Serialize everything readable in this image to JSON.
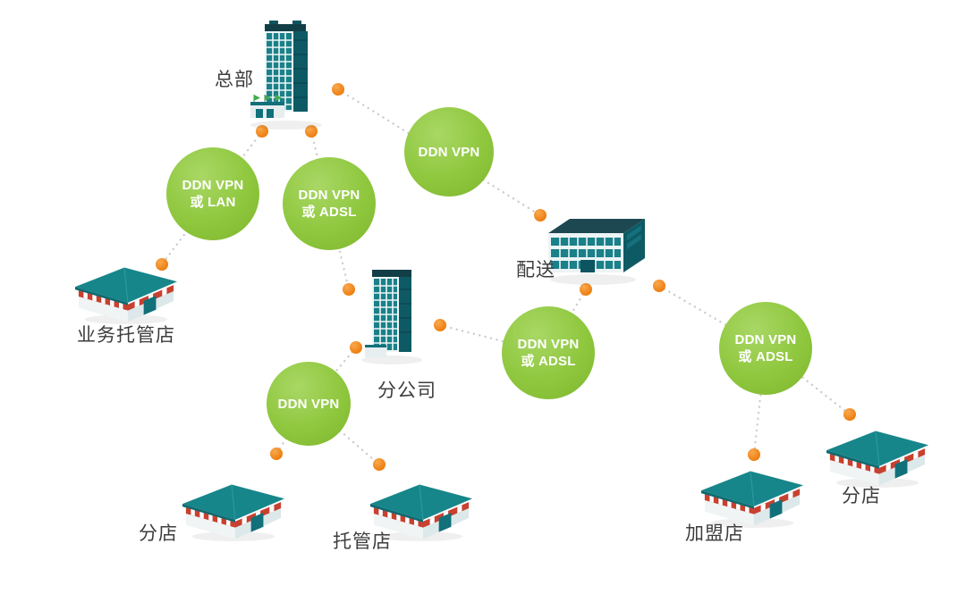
{
  "diagram": {
    "title": "",
    "nodes": [
      {
        "id": "headquarters",
        "label": "总部",
        "type": "skyscraper"
      },
      {
        "id": "distribution",
        "label": "配送",
        "type": "office"
      },
      {
        "id": "branch-company",
        "label": "分公司",
        "type": "skyscraper"
      },
      {
        "id": "business-managed-store",
        "label": "业务托管店",
        "type": "store"
      },
      {
        "id": "branch-store-left",
        "label": "分店",
        "type": "store"
      },
      {
        "id": "managed-store",
        "label": "托管店",
        "type": "store"
      },
      {
        "id": "franchise-store",
        "label": "加盟店",
        "type": "store"
      },
      {
        "id": "branch-store-right",
        "label": "分店",
        "type": "store"
      }
    ],
    "link_badges": [
      {
        "id": "hq-to-business-managed-store",
        "line1": "DDN VPN",
        "line2": "或 LAN"
      },
      {
        "id": "hq-to-branch-company",
        "line1": "DDN VPN",
        "line2": "或 ADSL"
      },
      {
        "id": "hq-to-distribution",
        "line1": "DDN VPN",
        "line2": ""
      },
      {
        "id": "distribution-to-branch-company",
        "line1": "DDN VPN",
        "line2": "或 ADSL"
      },
      {
        "id": "branch-company-to-stores",
        "line1": "DDN VPN",
        "line2": ""
      },
      {
        "id": "distribution-to-stores",
        "line1": "DDN VPN",
        "line2": "或 ADSL"
      }
    ],
    "colors": {
      "badge_green": "#8fc73e",
      "node_dot_orange": "#ee7f12",
      "line_gray": "#cdcdcd",
      "building_teal": "#1a8089",
      "building_dark_teal": "#0e5a64",
      "roof_dark": "#123f47",
      "store_awning_red": "#c8402f",
      "label_text": "#3d3d3d"
    }
  }
}
